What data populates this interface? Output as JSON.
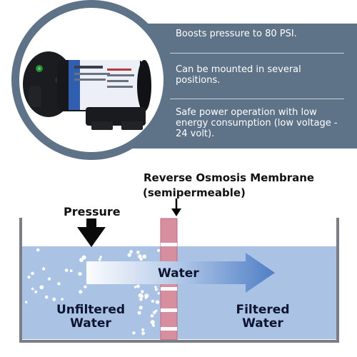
{
  "features": [
    {
      "text": "Boosts pressure to 80 PSI."
    },
    {
      "text": "Can be mounted in several positions."
    },
    {
      "text": "Safe power operation with low energy consumption (low voltage - 24 volt)."
    }
  ],
  "diagram": {
    "membrane_title": "Reverse Osmosis Membrane",
    "membrane_subtitle": "(semipermeable)",
    "pressure_label": "Pressure",
    "flow_label": "Water",
    "left_label": "Unfiltered Water",
    "right_label": "Filtered Water"
  },
  "colors": {
    "panel": "#5e7388",
    "water": "#aac3e4",
    "membrane_pink": "#cf8a9c",
    "arrow_blue": "#4f7fc6",
    "tank_wall": "#7a7e84"
  }
}
